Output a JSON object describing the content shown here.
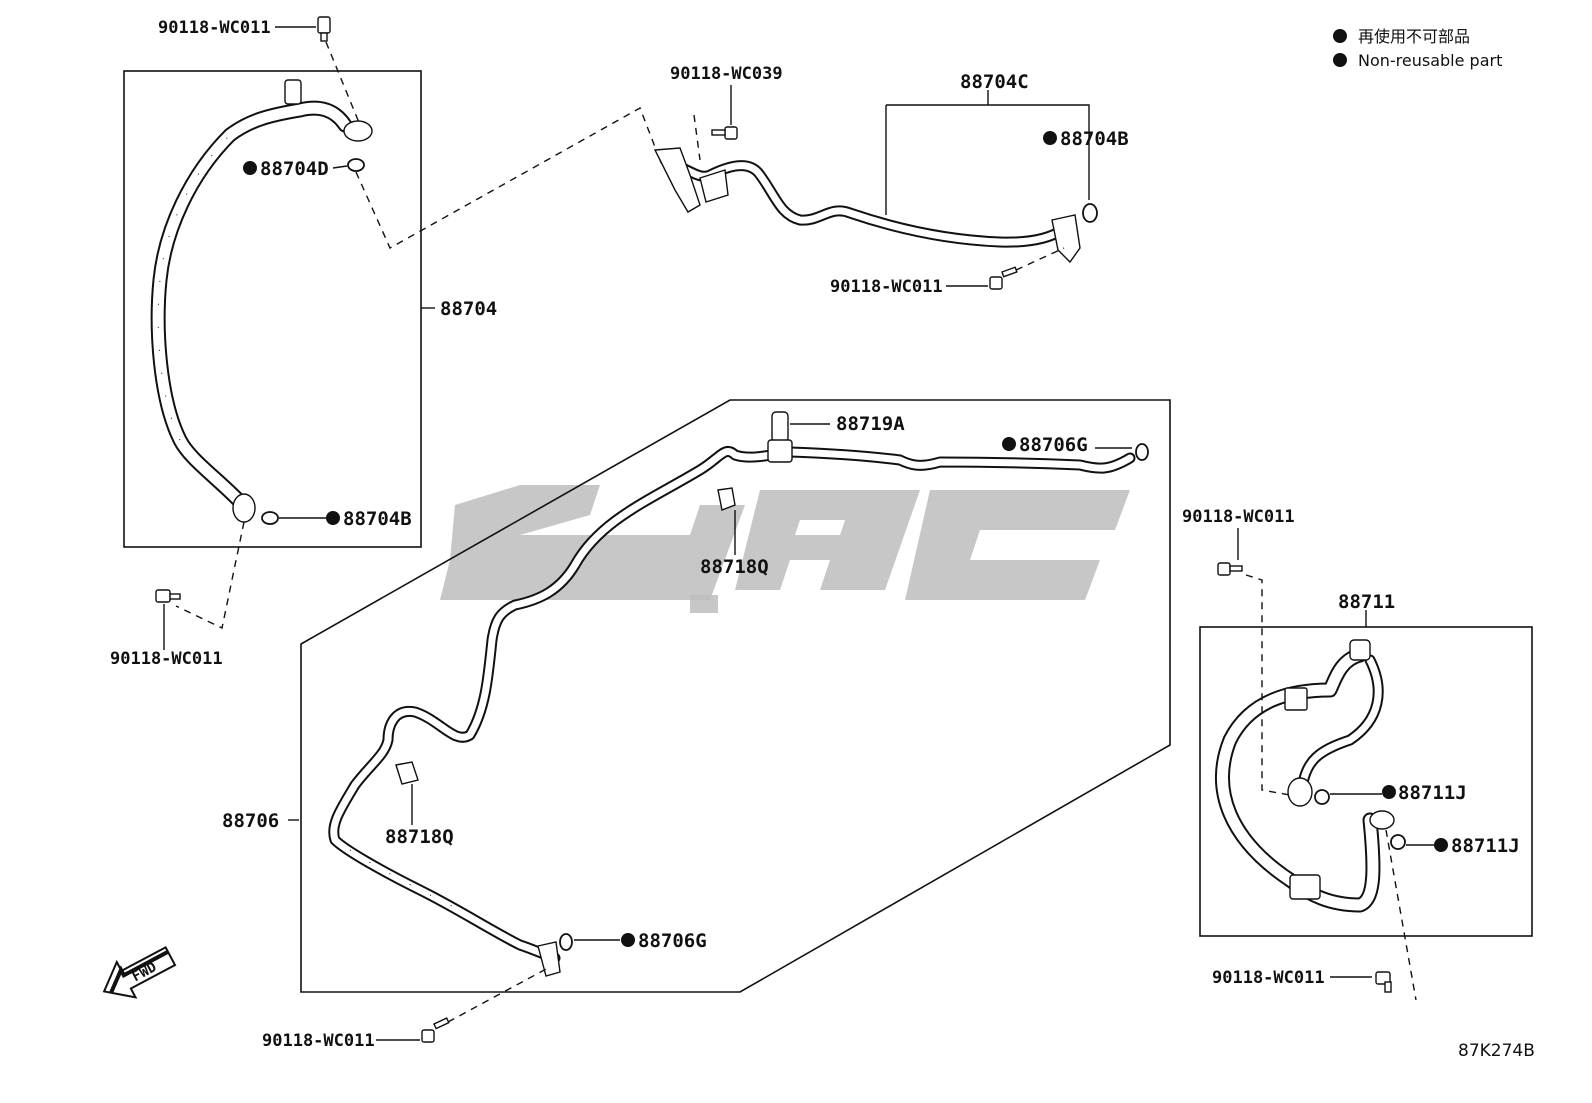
{
  "legend": {
    "jp": "再使用不可部品",
    "en": "Non-reusable part"
  },
  "labels": {
    "bolt_top_left": "90118-WC011",
    "o_ring_88704D": "88704D",
    "assy_88704": "88704",
    "o_ring_88704B_left": "88704B",
    "bolt_left_bottom": "90118-WC011",
    "bolt_wc039": "90118-WC039",
    "assy_88704C": "88704C",
    "o_ring_88704B_right": "88704B",
    "bolt_mid_top": "90118-WC011",
    "clamp_88719A": "88719A",
    "o_ring_88706G_top": "88706G",
    "clamp_88718Q_top": "88718Q",
    "assy_88706": "88706",
    "clamp_88718Q_left": "88718Q",
    "o_ring_88706G_bottom": "88706G",
    "bolt_bottom": "90118-WC011",
    "bolt_right_top": "90118-WC011",
    "assy_88711": "88711",
    "o_ring_88711J_1": "88711J",
    "o_ring_88711J_2": "88711J",
    "bolt_right_bottom": "90118-WC011"
  },
  "fwd_label": "FWD",
  "drawing_code": "87K274B",
  "colors": {
    "line": "#111111",
    "watermark": "#bdbdbd",
    "background": "#ffffff"
  }
}
